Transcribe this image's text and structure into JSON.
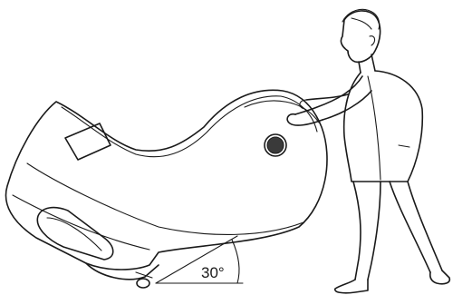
{
  "angle_label": "30°",
  "colors": {
    "ink": "#1a1a1a",
    "background": "#ffffff",
    "speaker_fill": "#3a3a3a"
  },
  "icons": [
    "massage-chair",
    "person",
    "speaker",
    "angle-arc"
  ]
}
